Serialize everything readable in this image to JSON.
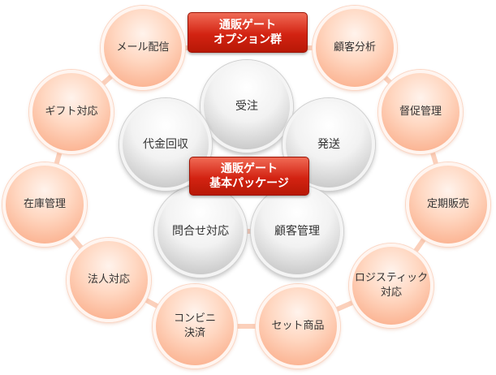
{
  "title_option": "通販ゲート\nオプション群",
  "title_base": "通販ゲート\n基本パッケージ",
  "option_modules": [
    "メール配信",
    "顧客分析",
    "督促管理",
    "定期販売",
    "ロジスティック\n対応",
    "セット商品",
    "コンビニ\n決済",
    "法人対応",
    "在庫管理",
    "ギフト対応"
  ],
  "base_modules": [
    "受注",
    "発送",
    "顧客管理",
    "問合せ対応",
    "代金回収"
  ]
}
